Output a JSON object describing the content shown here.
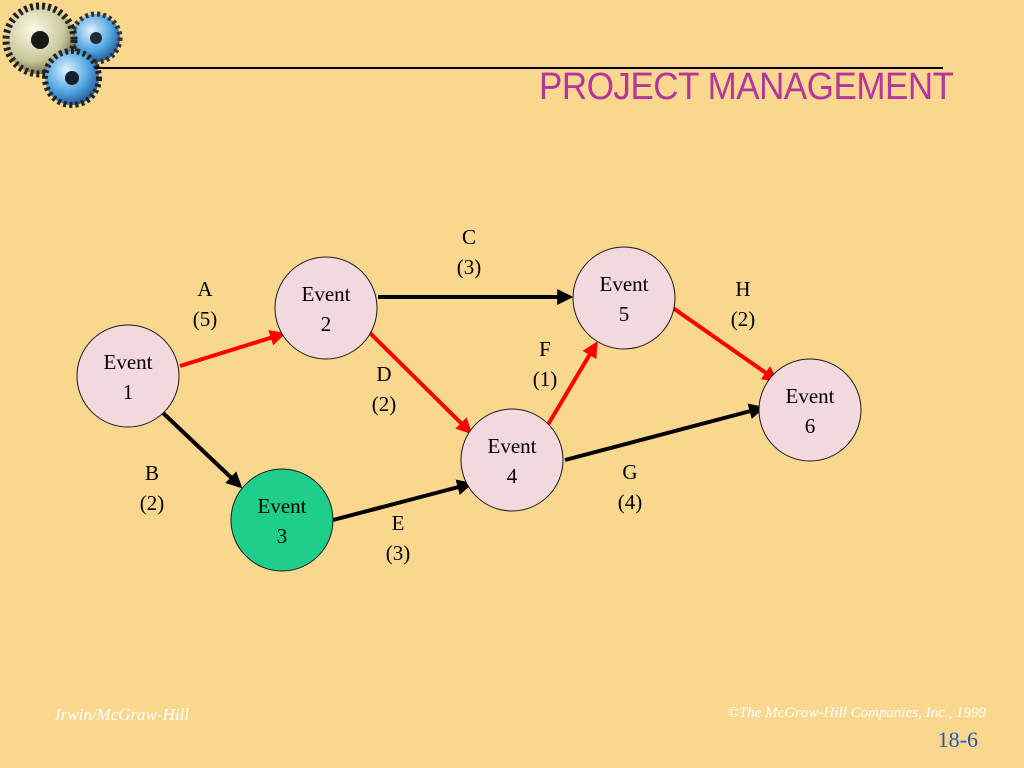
{
  "title": "PROJECT MANAGEMENT",
  "colors": {
    "background": "#fad78e",
    "title": "#b3369d",
    "node_fill": "#f3d9dd",
    "highlight_node_fill": "#1fce8a",
    "critical_edge": "#ff0000",
    "normal_edge": "#000000",
    "page_number": "#2856b8"
  },
  "nodes": [
    {
      "id": "1",
      "line1": "Event",
      "line2": "1",
      "highlight": false
    },
    {
      "id": "2",
      "line1": "Event",
      "line2": "2",
      "highlight": false
    },
    {
      "id": "3",
      "line1": "Event",
      "line2": "3",
      "highlight": true
    },
    {
      "id": "4",
      "line1": "Event",
      "line2": "4",
      "highlight": false
    },
    {
      "id": "5",
      "line1": "Event",
      "line2": "5",
      "highlight": false
    },
    {
      "id": "6",
      "line1": "Event",
      "line2": "6",
      "highlight": false
    }
  ],
  "edges": [
    {
      "from": "1",
      "to": "2",
      "activity": "A",
      "duration": "(5)",
      "critical": true
    },
    {
      "from": "1",
      "to": "3",
      "activity": "B",
      "duration": "(2)",
      "critical": false
    },
    {
      "from": "2",
      "to": "5",
      "activity": "C",
      "duration": "(3)",
      "critical": false
    },
    {
      "from": "2",
      "to": "4",
      "activity": "D",
      "duration": "(2)",
      "critical": true
    },
    {
      "from": "3",
      "to": "4",
      "activity": "E",
      "duration": "(3)",
      "critical": false
    },
    {
      "from": "4",
      "to": "5",
      "activity": "F",
      "duration": "(1)",
      "critical": true
    },
    {
      "from": "4",
      "to": "6",
      "activity": "G",
      "duration": "(4)",
      "critical": false
    },
    {
      "from": "5",
      "to": "6",
      "activity": "H",
      "duration": "(2)",
      "critical": true
    }
  ],
  "footer": {
    "publisher": "Irwin/McGraw-Hill",
    "copyright": "©The McGraw-Hill Companies, Inc., 1999",
    "page_number": "18-6"
  }
}
